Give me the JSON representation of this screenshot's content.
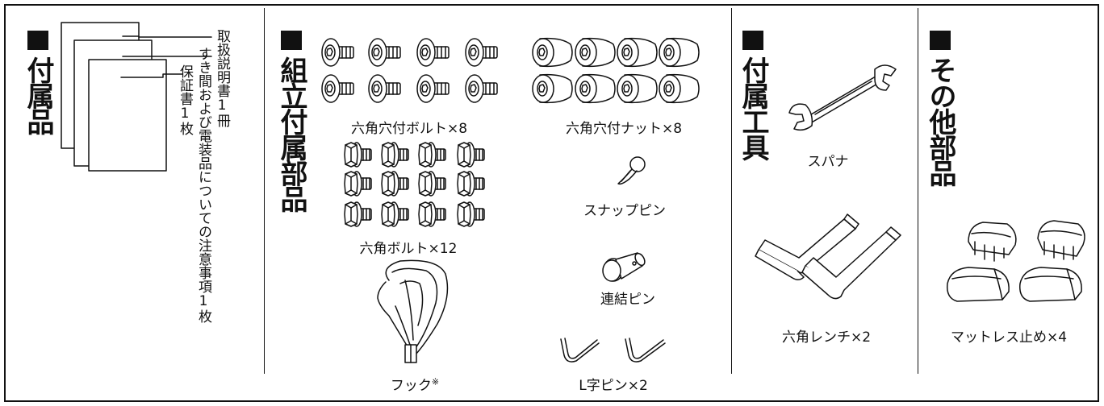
{
  "sections": {
    "documents": {
      "title": "付属品",
      "items": [
        "取扱説明書1冊",
        "すき間および電装品についての注意事項1枚",
        "保証書1枚"
      ]
    },
    "assembly_parts": {
      "title": "組立付属部品",
      "items": {
        "hex_socket_bolt": "六角穴付ボルト×8",
        "hex_socket_nut": "六角穴付ナット×8",
        "hex_bolt": "六角ボルト×12",
        "snap_pin": "スナップピン",
        "link_pin": "連結ピン",
        "hook": "フック",
        "hook_mark": "※",
        "l_pin": "L字ピン×2"
      }
    },
    "tools": {
      "title": "付属工具",
      "items": {
        "spanner": "スパナ",
        "hex_wrench": "六角レンチ×2"
      }
    },
    "other_parts": {
      "title": "その他部品",
      "items": {
        "mattress_stopper": "マットレス止め×4"
      }
    }
  },
  "colors": {
    "ink": "#111111",
    "background": "#ffffff"
  }
}
